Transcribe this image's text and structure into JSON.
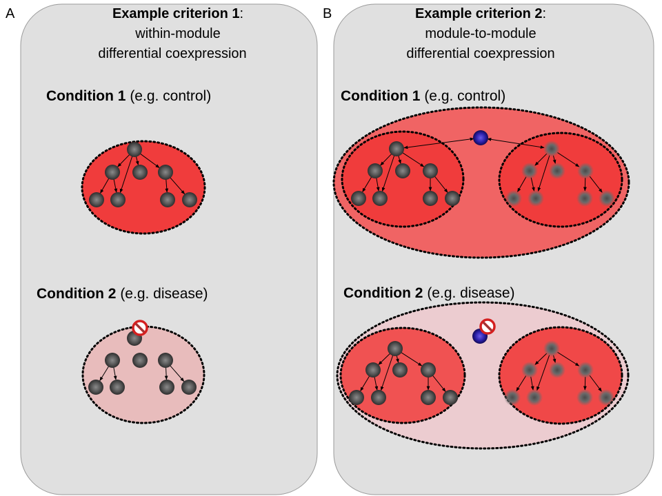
{
  "panels": [
    {
      "letter": "A",
      "title": {
        "bold": "Example criterion 1",
        "rest": ":",
        "line2": "within-module",
        "line3": "differential coexpression"
      },
      "conditions": [
        {
          "bold": "Condition 1",
          "rest": " (e.g. control)"
        },
        {
          "bold": "Condition 2",
          "rest": " (e.g. disease)"
        }
      ]
    },
    {
      "letter": "B",
      "title": {
        "bold": "Example criterion 2",
        "rest": ":",
        "line2": "module-to-module",
        "line3": "differential coexpression"
      },
      "conditions": [
        {
          "bold": "Condition 1",
          "rest": " (e.g. control)"
        },
        {
          "bold": "Condition 2",
          "rest": " (e.g. disease)"
        }
      ]
    }
  ],
  "colors": {
    "panel_fill": "#e0e0e0",
    "module_active": "#f03c3c",
    "module_inactive": "#e8bcbc",
    "outer_active": "#f06464",
    "outer_inactive": "#ecccd0",
    "node_gray": "#4a4a4a",
    "hub_blue": "#2b1fa8",
    "no_sign": "#d42020"
  },
  "icons": {
    "node": "gene-node-icon",
    "hub": "hub-node-icon",
    "blocked": "no-symbol-icon"
  }
}
